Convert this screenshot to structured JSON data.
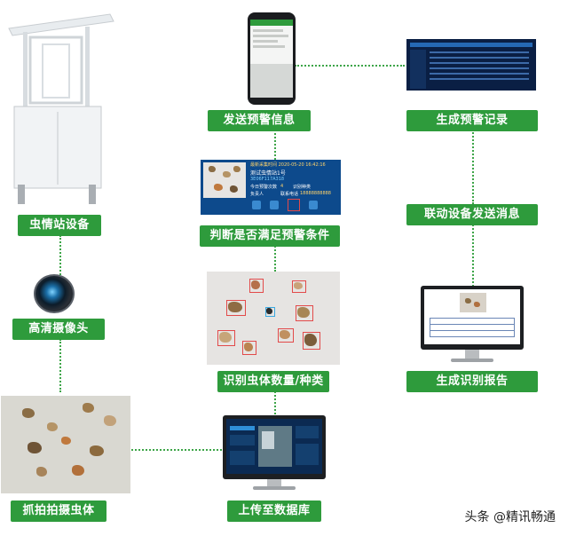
{
  "nodes": {
    "station": "虫情站设备",
    "camera": "高清摄像头",
    "capture": "抓拍拍摄虫体",
    "upload": "上传至数据库",
    "identify": "识别虫体数量/种类",
    "judge": "判断是否满足预警条件",
    "send_alert": "发送预警信息",
    "gen_record": "生成预警记录",
    "linkage": "联动设备发送消息",
    "gen_report": "生成识别报告"
  },
  "alert_card": {
    "time": "最新采集时间 2020-05-20 16:42:16",
    "station": "测试虫情站1号",
    "device_id": "3E06F117A318",
    "count_label": "今日预警次数",
    "count_value": "4",
    "status_label": "识别种类",
    "person_label": "负责人",
    "phone_label": "联系电话",
    "phone_value": "18888888888"
  },
  "watermark": "头条 @精讯畅通",
  "colors": {
    "label_bg": "#2e9b3c",
    "connector": "#3da548"
  }
}
